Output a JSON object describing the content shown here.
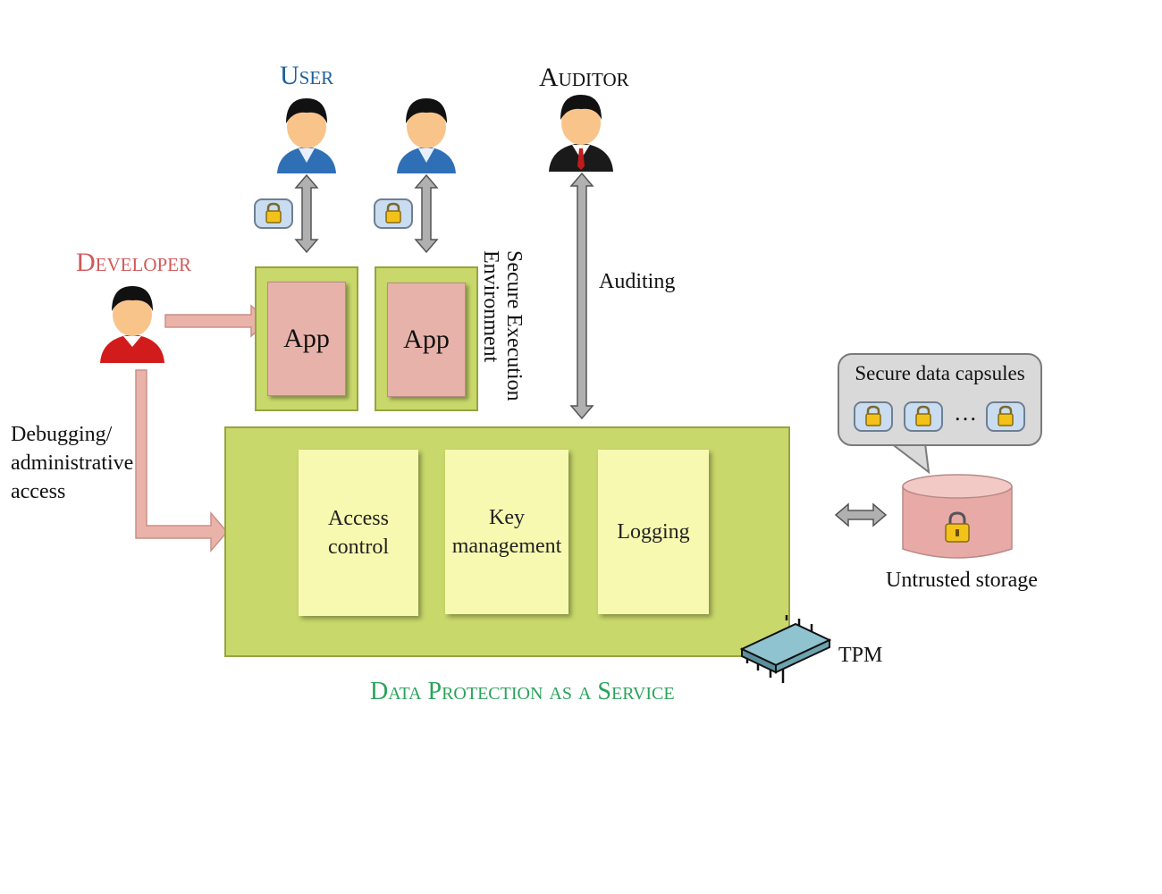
{
  "roles": {
    "user": "User",
    "auditor": "Auditor",
    "developer": "Developer"
  },
  "apps": [
    "App",
    "App"
  ],
  "secure_env_label": [
    "Secure Execution",
    "Environment"
  ],
  "auditing_label": "Auditing",
  "developer_access": [
    "Debugging/",
    "administrative",
    "access"
  ],
  "modules": [
    {
      "lines": [
        "Access",
        "control"
      ]
    },
    {
      "lines": [
        "Key",
        "management"
      ]
    },
    {
      "lines": [
        "Logging"
      ]
    }
  ],
  "capsules": {
    "title": "Secure data capsules",
    "ellipsis": "…"
  },
  "storage_label": "Untrusted storage",
  "tpm_label": "TPM",
  "service_caption": "Data Protection as a Service",
  "icons": [
    "user-icon",
    "auditor-icon",
    "developer-icon",
    "lock-icon",
    "tpm-chip-icon",
    "database-icon"
  ],
  "colors": {
    "user": "#1f5f9a",
    "developer": "#d05a5a",
    "service": "#2aa35a",
    "container": "#c8d86a",
    "app": "#e7b2aa",
    "module": "#f7f9b0"
  }
}
